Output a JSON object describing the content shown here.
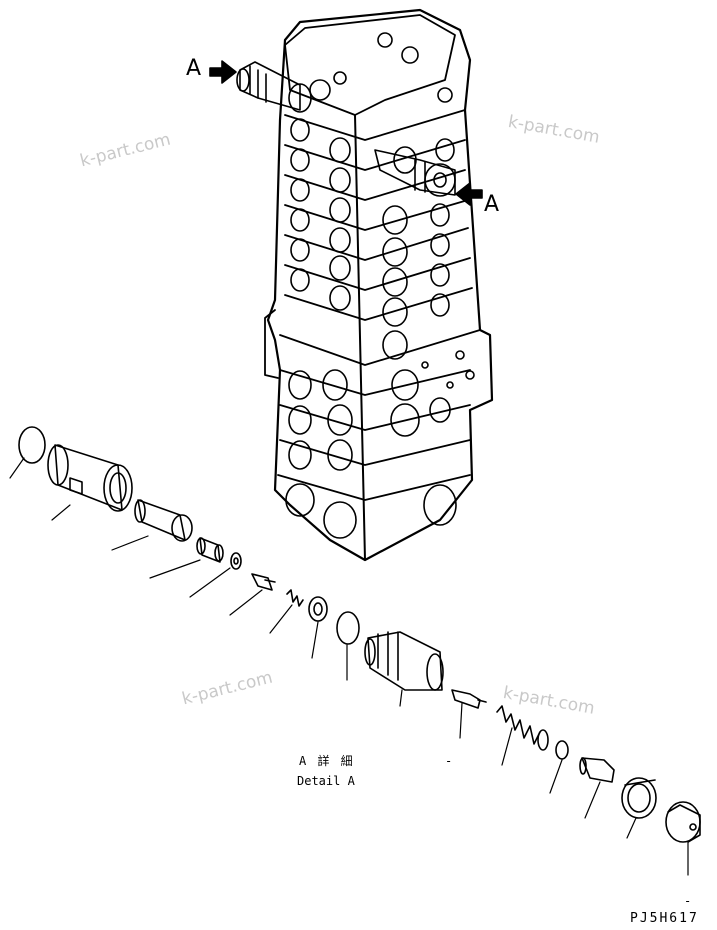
{
  "callout_letter_a": "A",
  "callout_letter_b": "A",
  "detail_title_jp": "A 詳 細",
  "detail_title_en": "Detail A",
  "dash_mark": "-",
  "dash_mark_2": "-",
  "figure_code": "PJ5H617",
  "watermark_text": "k-part.com",
  "colors": {
    "line": "#000000",
    "watermark": "#c9c9c9",
    "background": "#ffffff"
  }
}
